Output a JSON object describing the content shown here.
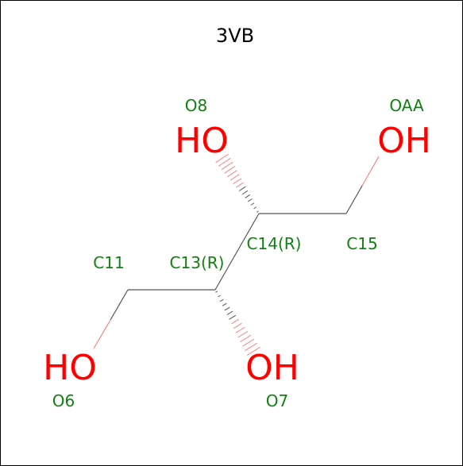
{
  "title": "3VB",
  "colors": {
    "bond": "#555555",
    "heteroatom": "#ff0000",
    "atom_label": "#118011",
    "hash_dark": "#555555",
    "hash_light": "#ff8080"
  },
  "atoms": {
    "O8": {
      "label": "O8",
      "symbol": "HO"
    },
    "OAA": {
      "label": "OAA",
      "symbol": "OH"
    },
    "O6": {
      "label": "O6",
      "symbol": "HO"
    },
    "O7": {
      "label": "O7",
      "symbol": "OH"
    },
    "C11": {
      "label": "C11"
    },
    "C13": {
      "label": "C13(R)"
    },
    "C14": {
      "label": "C14(R)"
    },
    "C15": {
      "label": "C15"
    }
  }
}
